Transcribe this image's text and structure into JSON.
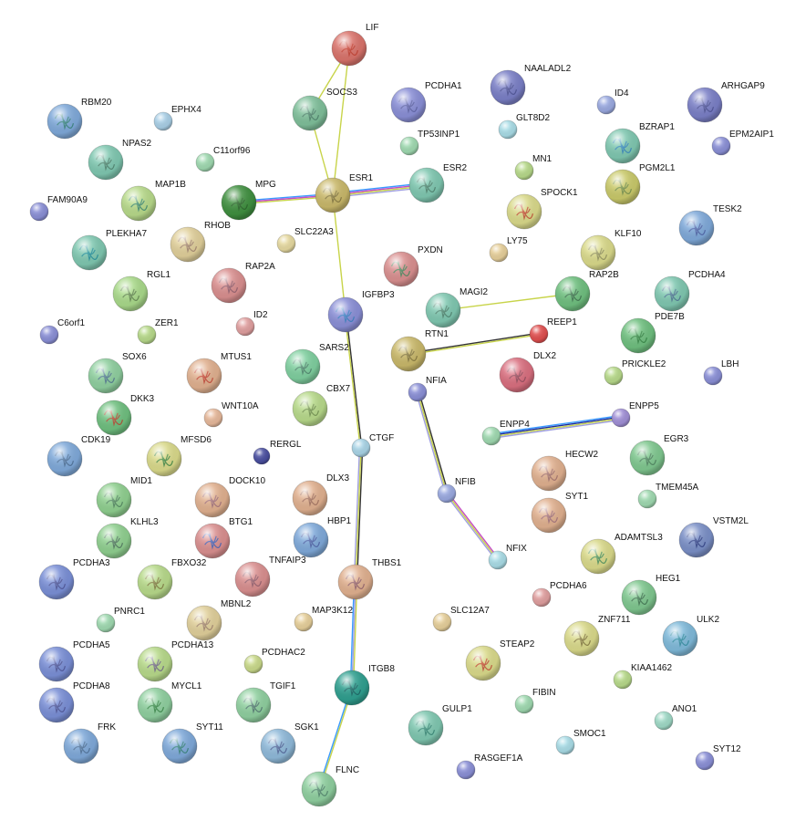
{
  "network": {
    "nodes": [
      {
        "id": "LIF",
        "color": "#d9736b",
        "struct": "#c0392b"
      },
      {
        "id": "SOCS3",
        "color": "#7fbf9a",
        "struct": "#4a7a66"
      },
      {
        "id": "ESR1",
        "color": "#c9b86a",
        "struct": "#7a6e3a"
      },
      {
        "id": "ESR2",
        "color": "#7fc7b0",
        "struct": "#4a7a66"
      },
      {
        "id": "MPG",
        "color": "#3f8f3f",
        "struct": "#2a5f2a"
      },
      {
        "id": "SLC22A3",
        "color": "#e6d9a0",
        "struct": null
      },
      {
        "id": "IGFBP3",
        "color": "#8a8fd6",
        "struct": "#2f7fbf"
      },
      {
        "id": "SARS2",
        "color": "#7fcf9f",
        "struct": "#4a7a66"
      },
      {
        "id": "CBX7",
        "color": "#b7d98a",
        "struct": "#6a8a4a"
      },
      {
        "id": "CTGF",
        "color": "#a9d4e6",
        "struct": null
      },
      {
        "id": "RERGL",
        "color": "#4a4fa0",
        "struct": null
      },
      {
        "id": "DLX3",
        "color": "#e0b08f",
        "struct": "#9a6a5a"
      },
      {
        "id": "HBP1",
        "color": "#7fa9d9",
        "struct": "#4a5aa0"
      },
      {
        "id": "THBS1",
        "color": "#e0b08f",
        "struct": "#8a5a6a"
      },
      {
        "id": "MAP3K12",
        "color": "#e6cf9a",
        "struct": null
      },
      {
        "id": "ITGB8",
        "color": "#2f9f8f",
        "struct": "#1a5f5f"
      },
      {
        "id": "FLNC",
        "color": "#8fcf9f",
        "struct": "#4a7a66"
      },
      {
        "id": "TNFAIP3",
        "color": "#d98f8f",
        "struct": "#8a5a6a"
      },
      {
        "id": "PCDHA1",
        "color": "#8a8fd6",
        "struct": "#5a5fa0"
      },
      {
        "id": "TP53INP1",
        "color": "#9fd9b0",
        "struct": null
      },
      {
        "id": "NAALADL2",
        "color": "#7a7fc6",
        "struct": "#4a4f90"
      },
      {
        "id": "GLT8D2",
        "color": "#a9dce6",
        "struct": null
      },
      {
        "id": "MN1",
        "color": "#b7d98a",
        "struct": null
      },
      {
        "id": "SPOCK1",
        "color": "#d9d98a",
        "struct": "#c0392b"
      },
      {
        "id": "LY75",
        "color": "#e6cf9a",
        "struct": null
      },
      {
        "id": "PXDN",
        "color": "#d98f8f",
        "struct": "#3a8a5a"
      },
      {
        "id": "MAGI2",
        "color": "#7fc7b0",
        "struct": "#4a7a66"
      },
      {
        "id": "RTN1",
        "color": "#c9b86a",
        "struct": "#7a6e3a"
      },
      {
        "id": "REEP1",
        "color": "#e04f4f",
        "struct": null
      },
      {
        "id": "DLX2",
        "color": "#d96f7f",
        "struct": "#8a4a5a"
      },
      {
        "id": "NFIA",
        "color": "#8a8fd6",
        "struct": null
      },
      {
        "id": "NFIB",
        "color": "#9aa9e0",
        "struct": null
      },
      {
        "id": "NFIX",
        "color": "#a9dce6",
        "struct": null
      },
      {
        "id": "ID4",
        "color": "#9aa9e0",
        "struct": null
      },
      {
        "id": "BZRAP1",
        "color": "#7fc7b0",
        "struct": "#2f7fbf"
      },
      {
        "id": "ARHGAP9",
        "color": "#7a7fc6",
        "struct": "#4a4f90"
      },
      {
        "id": "EPM2AIP1",
        "color": "#8a8fd6",
        "struct": null
      },
      {
        "id": "PGM2L1",
        "color": "#c9c96a",
        "struct": "#6a8a4a"
      },
      {
        "id": "TESK2",
        "color": "#7fa9d9",
        "struct": "#4a5aa0"
      },
      {
        "id": "KLF10",
        "color": "#d9d98a",
        "struct": "#8a8a5a"
      },
      {
        "id": "RAP2B",
        "color": "#6fbf7f",
        "struct": "#3a6a4a"
      },
      {
        "id": "PCDHA4",
        "color": "#7fc7b0",
        "struct": "#4a6a90"
      },
      {
        "id": "PDE7B",
        "color": "#6fbf7f",
        "struct": "#2f7f3f"
      },
      {
        "id": "PRICKLE2",
        "color": "#b7d98a",
        "struct": null
      },
      {
        "id": "LBH",
        "color": "#8a8fd6",
        "struct": null
      },
      {
        "id": "ENPP5",
        "color": "#a08fd6",
        "struct": null
      },
      {
        "id": "ENPP4",
        "color": "#9fd9b0",
        "struct": null
      },
      {
        "id": "EGR3",
        "color": "#7fc78f",
        "struct": "#4a7a5a"
      },
      {
        "id": "HECW2",
        "color": "#e0b08f",
        "struct": "#9a6a6a"
      },
      {
        "id": "TMEM45A",
        "color": "#9fd9b0",
        "struct": null
      },
      {
        "id": "SYT1",
        "color": "#e0b08f",
        "struct": "#9a6a7a"
      },
      {
        "id": "VSTM2L",
        "color": "#7a8fc6",
        "struct": "#2a3a80"
      },
      {
        "id": "ADAMTSL3",
        "color": "#d9d98a",
        "struct": "#3a8a5a"
      },
      {
        "id": "PCDHA6",
        "color": "#e09f9f",
        "struct": null
      },
      {
        "id": "HEG1",
        "color": "#7fc78f",
        "struct": "#3a6a4a"
      },
      {
        "id": "ZNF711",
        "color": "#d9d98a",
        "struct": "#7a6e3a"
      },
      {
        "id": "ULK2",
        "color": "#7fb9d9",
        "struct": "#2a8a9a"
      },
      {
        "id": "KIAA1462",
        "color": "#b7d98a",
        "struct": null
      },
      {
        "id": "SLC12A7",
        "color": "#e6cf9a",
        "struct": null
      },
      {
        "id": "STEAP2",
        "color": "#d9d98a",
        "struct": "#c0392b"
      },
      {
        "id": "FIBIN",
        "color": "#9fd9b0",
        "struct": null
      },
      {
        "id": "GULP1",
        "color": "#7fc7b0",
        "struct": "#2f7f6f"
      },
      {
        "id": "SMOC1",
        "color": "#a9dce6",
        "struct": null
      },
      {
        "id": "ANO1",
        "color": "#9fd9c6",
        "struct": null
      },
      {
        "id": "RASGEF1A",
        "color": "#8a8fd6",
        "struct": null
      },
      {
        "id": "SYT12",
        "color": "#8a8fd6",
        "struct": null
      },
      {
        "id": "RBM20",
        "color": "#7fa9d9",
        "struct": "#2f7f6f"
      },
      {
        "id": "EPHX4",
        "color": "#a9cfe6",
        "struct": null
      },
      {
        "id": "NPAS2",
        "color": "#7fc7b0",
        "struct": "#4a7a66"
      },
      {
        "id": "C11orf96",
        "color": "#9fd9b0",
        "struct": null
      },
      {
        "id": "FAM90A9",
        "color": "#8a8fd6",
        "struct": null
      },
      {
        "id": "MAP1B",
        "color": "#b7d98a",
        "struct": "#2f7f6f"
      },
      {
        "id": "RHOB",
        "color": "#e0cf9a",
        "struct": "#9a7a6a"
      },
      {
        "id": "PLEKHA7",
        "color": "#7fc7b0",
        "struct": "#1a8a9a"
      },
      {
        "id": "RGL1",
        "color": "#a9d98a",
        "struct": "#5a7a4a"
      },
      {
        "id": "RAP2A",
        "color": "#d98f8f",
        "struct": "#8a5a6a"
      },
      {
        "id": "ID2",
        "color": "#e09f9f",
        "struct": null
      },
      {
        "id": "C6orf1",
        "color": "#8a8fd6",
        "struct": null
      },
      {
        "id": "ZER1",
        "color": "#b7d98a",
        "struct": null
      },
      {
        "id": "SOX6",
        "color": "#8fcf9f",
        "struct": "#4a6a90"
      },
      {
        "id": "MTUS1",
        "color": "#e0b08f",
        "struct": "#c0392b"
      },
      {
        "id": "DKK3",
        "color": "#6fbf7f",
        "struct": "#c0392b"
      },
      {
        "id": "WNT10A",
        "color": "#e6b89a",
        "struct": null
      },
      {
        "id": "CDK19",
        "color": "#7fa9d9",
        "struct": "#4a6a90"
      },
      {
        "id": "MFSD6",
        "color": "#d9d98a",
        "struct": "#2f7f3f"
      },
      {
        "id": "MID1",
        "color": "#8fcf8f",
        "struct": "#4a7a5a"
      },
      {
        "id": "DOCK10",
        "color": "#e0b08f",
        "struct": "#9a6a7a"
      },
      {
        "id": "KLHL3",
        "color": "#8fcf8f",
        "struct": "#4a6a5a"
      },
      {
        "id": "BTG1",
        "color": "#d98f8f",
        "struct": "#2f5fbf"
      },
      {
        "id": "PCDHA3",
        "color": "#7a8fd6",
        "struct": "#4a4f90"
      },
      {
        "id": "FBXO32",
        "color": "#b7d98a",
        "struct": "#7a6e3a"
      },
      {
        "id": "PNRC1",
        "color": "#9fd9b0",
        "struct": null
      },
      {
        "id": "MBNL2",
        "color": "#e0cf9a",
        "struct": "#9a7a6a"
      },
      {
        "id": "PCDHA5",
        "color": "#7a8fd6",
        "struct": "#4a4f90"
      },
      {
        "id": "PCDHA13",
        "color": "#b7d98a",
        "struct": "#6a5a8a"
      },
      {
        "id": "PCDHAC2",
        "color": "#c9d98a",
        "struct": null
      },
      {
        "id": "PCDHA8",
        "color": "#7a8fd6",
        "struct": "#4a4f90"
      },
      {
        "id": "MYCL1",
        "color": "#8fcf9f",
        "struct": "#2f7f3f"
      },
      {
        "id": "TGIF1",
        "color": "#8fcf9f",
        "struct": "#4a6a6a"
      },
      {
        "id": "FRK",
        "color": "#7fa9d9",
        "struct": "#4a6a90"
      },
      {
        "id": "SYT11",
        "color": "#7fa9d9",
        "struct": "#2f7f6f"
      },
      {
        "id": "SGK1",
        "color": "#8fb9d9",
        "struct": "#4a5a90"
      }
    ],
    "edges": [
      {
        "a": "LIF",
        "b": "SOCS3",
        "colors": [
          "#c8d44a"
        ]
      },
      {
        "a": "LIF",
        "b": "ESR1",
        "colors": [
          "#c8d44a"
        ]
      },
      {
        "a": "SOCS3",
        "b": "ESR1",
        "colors": [
          "#c8d44a"
        ]
      },
      {
        "a": "MPG",
        "b": "ESR1",
        "colors": [
          "#3a9aff",
          "#c44dc4",
          "#c8d44a"
        ]
      },
      {
        "a": "ESR1",
        "b": "ESR2",
        "colors": [
          "#3a9aff",
          "#c44dc4",
          "#c8d44a",
          "#a0a0e0"
        ]
      },
      {
        "a": "ESR1",
        "b": "IGFBP3",
        "colors": [
          "#c8d44a"
        ]
      },
      {
        "a": "IGFBP3",
        "b": "CTGF",
        "colors": [
          "#333333",
          "#c8d44a"
        ]
      },
      {
        "a": "CTGF",
        "b": "THBS1",
        "colors": [
          "#333333",
          "#c8d44a",
          "#a0a0e0"
        ]
      },
      {
        "a": "THBS1",
        "b": "ITGB8",
        "colors": [
          "#c8d44a",
          "#a0a0e0",
          "#3a9aff"
        ]
      },
      {
        "a": "ITGB8",
        "b": "FLNC",
        "colors": [
          "#c8d44a",
          "#3a9aff"
        ]
      },
      {
        "a": "MAGI2",
        "b": "RAP2B",
        "colors": [
          "#c8d44a"
        ]
      },
      {
        "a": "RTN1",
        "b": "REEP1",
        "colors": [
          "#333333",
          "#c8d44a"
        ]
      },
      {
        "a": "NFIA",
        "b": "NFIB",
        "colors": [
          "#333333",
          "#c8d44a",
          "#a0a0e0"
        ]
      },
      {
        "a": "NFIB",
        "b": "NFIX",
        "colors": [
          "#c44dc4",
          "#c8d44a",
          "#a0a0e0"
        ]
      },
      {
        "a": "ENPP4",
        "b": "ENPP5",
        "colors": [
          "#3a9aff",
          "#1a2a9a",
          "#c8d44a",
          "#a0a0e0"
        ]
      }
    ]
  }
}
